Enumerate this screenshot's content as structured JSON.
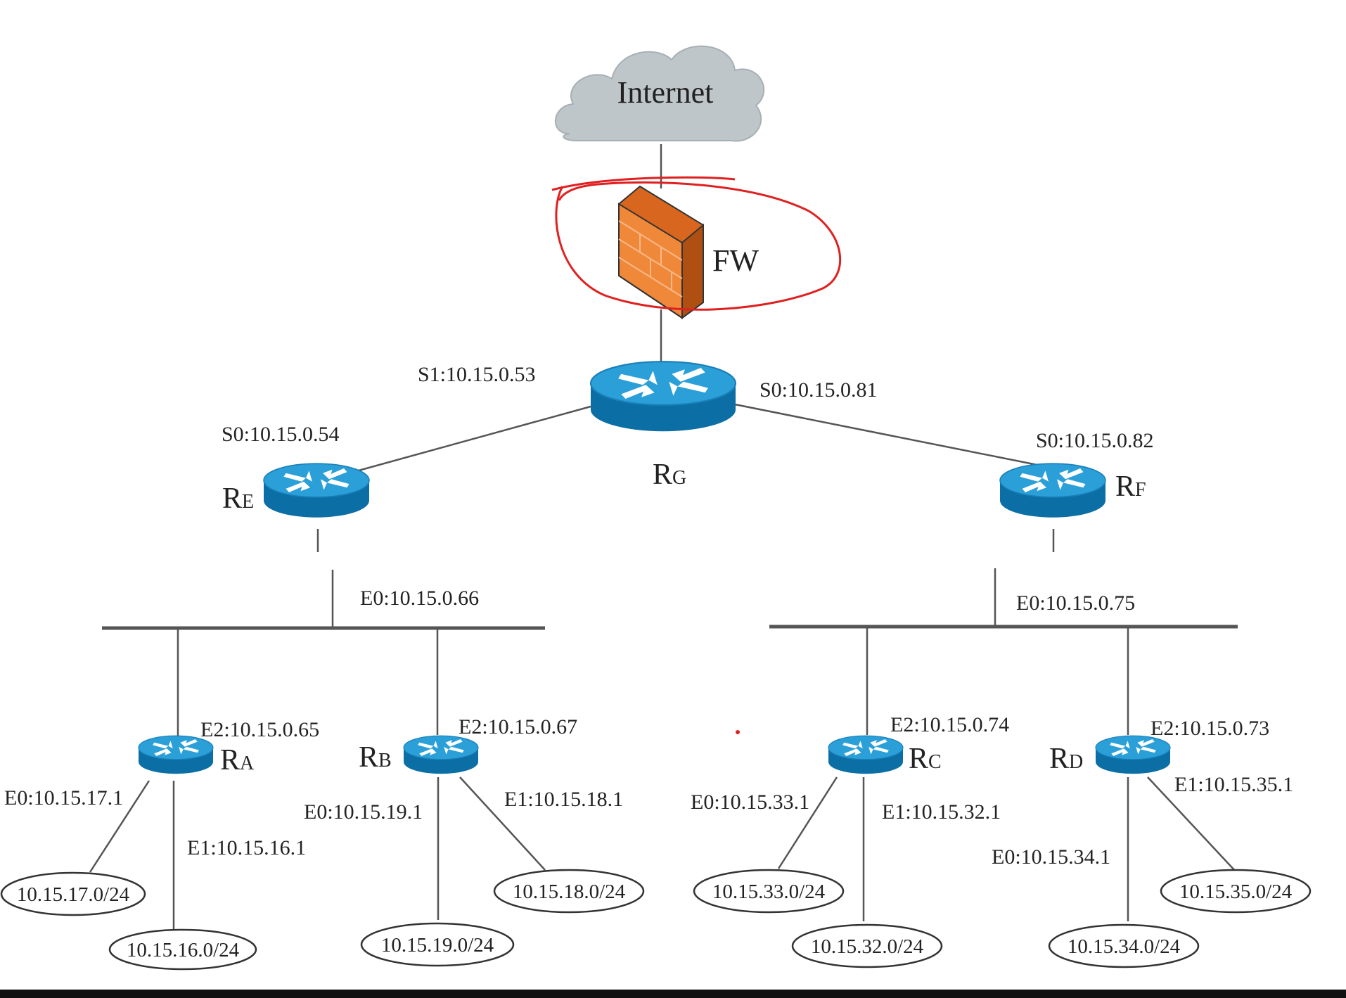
{
  "cloud": {
    "label": "Internet"
  },
  "firewall": {
    "label": "FW"
  },
  "routers": {
    "rg": {
      "main": "R",
      "sub": "G"
    },
    "re": {
      "main": "R",
      "sub": "E"
    },
    "rf": {
      "main": "R",
      "sub": "F"
    },
    "ra": {
      "main": "R",
      "sub": "A"
    },
    "rb": {
      "main": "R",
      "sub": "B"
    },
    "rc": {
      "main": "R",
      "sub": "C"
    },
    "rd": {
      "main": "R",
      "sub": "D"
    }
  },
  "interfaces": {
    "rg_s1": "S1:10.15.0.53",
    "rg_s0": "S0:10.15.0.81",
    "re_s0": "S0:10.15.0.54",
    "rf_s0": "S0:10.15.0.82",
    "re_e0": "E0:10.15.0.66",
    "rf_e0": "E0:10.15.0.75",
    "ra_e2": "E2:10.15.0.65",
    "rb_e2": "E2:10.15.0.67",
    "rc_e2": "E2:10.15.0.74",
    "rd_e2": "E2:10.15.0.73",
    "ra_e0": "E0:10.15.17.1",
    "ra_e1": "E1:10.15.16.1",
    "rb_e0": "E0:10.15.19.1",
    "rb_e1": "E1:10.15.18.1",
    "rc_e0": "E0:10.15.33.1",
    "rc_e1": "E1:10.15.32.1",
    "rd_e0": "E0:10.15.34.1",
    "rd_e1": "E1:10.15.35.1"
  },
  "networks": {
    "n17": "10.15.17.0/24",
    "n16": "10.15.16.0/24",
    "n19": "10.15.19.0/24",
    "n18": "10.15.18.0/24",
    "n33": "10.15.33.0/24",
    "n32": "10.15.32.0/24",
    "n34": "10.15.34.0/24",
    "n35": "10.15.35.0/24"
  },
  "colors": {
    "router_top": "#2a9fd8",
    "router_side": "#0b6fa6",
    "firewall": "#f0883a",
    "cloud": "#bfc6ca",
    "annotation": "#e02020"
  }
}
